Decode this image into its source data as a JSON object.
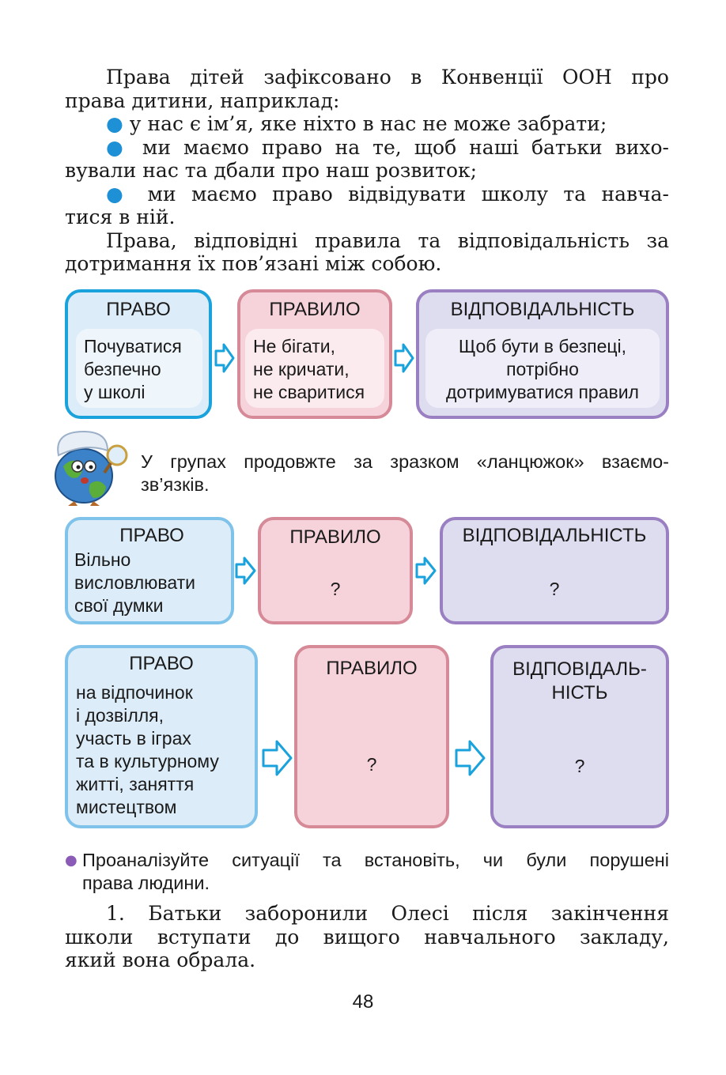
{
  "intro": {
    "line1": "Права дітей зафіксовано в Конвенції ООН про",
    "line2": "права дитини, наприклад:",
    "bullets": [
      [
        "у нас є ім’я, яке ніхто в нас не може забрати;"
      ],
      [
        "ми маємо право на те, щоб наші батьки вихо-",
        "вували нас та дбали про наш розвиток;"
      ],
      [
        "ми маємо право відвідувати школу та навча-",
        "тися в ній."
      ]
    ],
    "para2": [
      "Права, відповідні правила та відповідальність за",
      "дотримання їх пов’язані між собою."
    ]
  },
  "chain1": {
    "right": {
      "title": "ПРАВО",
      "lines": [
        "Почуватися",
        "безпечно",
        "у школі"
      ]
    },
    "rule": {
      "title": "ПРАВИЛО",
      "lines": [
        "Не бігати,",
        "не кричати,",
        "не сваритися"
      ]
    },
    "resp": {
      "title": "ВІДПОВІДАЛЬНІСТЬ",
      "lines": [
        "Щоб бути в безпеці,",
        "потрібно",
        "дотримуватися правил"
      ]
    }
  },
  "task": {
    "lines": [
      "У групах продовжте за зразком «ланцюжок» взаємо-",
      "зв’язків."
    ]
  },
  "chain2": {
    "right": {
      "title": "ПРАВО",
      "lines": [
        "Вільно",
        "висловлювати",
        "свої думки"
      ]
    },
    "rule": {
      "title": "ПРАВИЛО",
      "placeholder": "?"
    },
    "resp": {
      "title": "ВІДПОВІДАЛЬНІСТЬ",
      "placeholder": "?"
    }
  },
  "chain3": {
    "right": {
      "title": "ПРАВО",
      "lines": [
        "на відпочинок",
        "і дозвілля,",
        "участь в іграх",
        "та в культурному",
        "житті, заняття",
        "мистецтвом"
      ]
    },
    "rule": {
      "title": "ПРАВИЛО",
      "placeholder": "?"
    },
    "resp": {
      "title_lines": [
        "ВІДПОВІДАЛЬ-",
        "НІСТЬ"
      ],
      "placeholder": "?"
    }
  },
  "analyze": {
    "lines": [
      "Проаналізуйте ситуації та встановіть, чи були порушені",
      "права людини."
    ]
  },
  "case1": {
    "num": "1.",
    "lines": [
      "Батьки заборонили Олесі після закінчення",
      "школи вступати до вищого навчального закладу,",
      "який вона обрала."
    ]
  },
  "page_number": "48",
  "colors": {
    "blue": "#1aa2dc",
    "pink": "#d68a98",
    "purple": "#9a7fc2",
    "bullet_blue": "#1e90d6",
    "bullet_purple": "#8a5cb8"
  }
}
